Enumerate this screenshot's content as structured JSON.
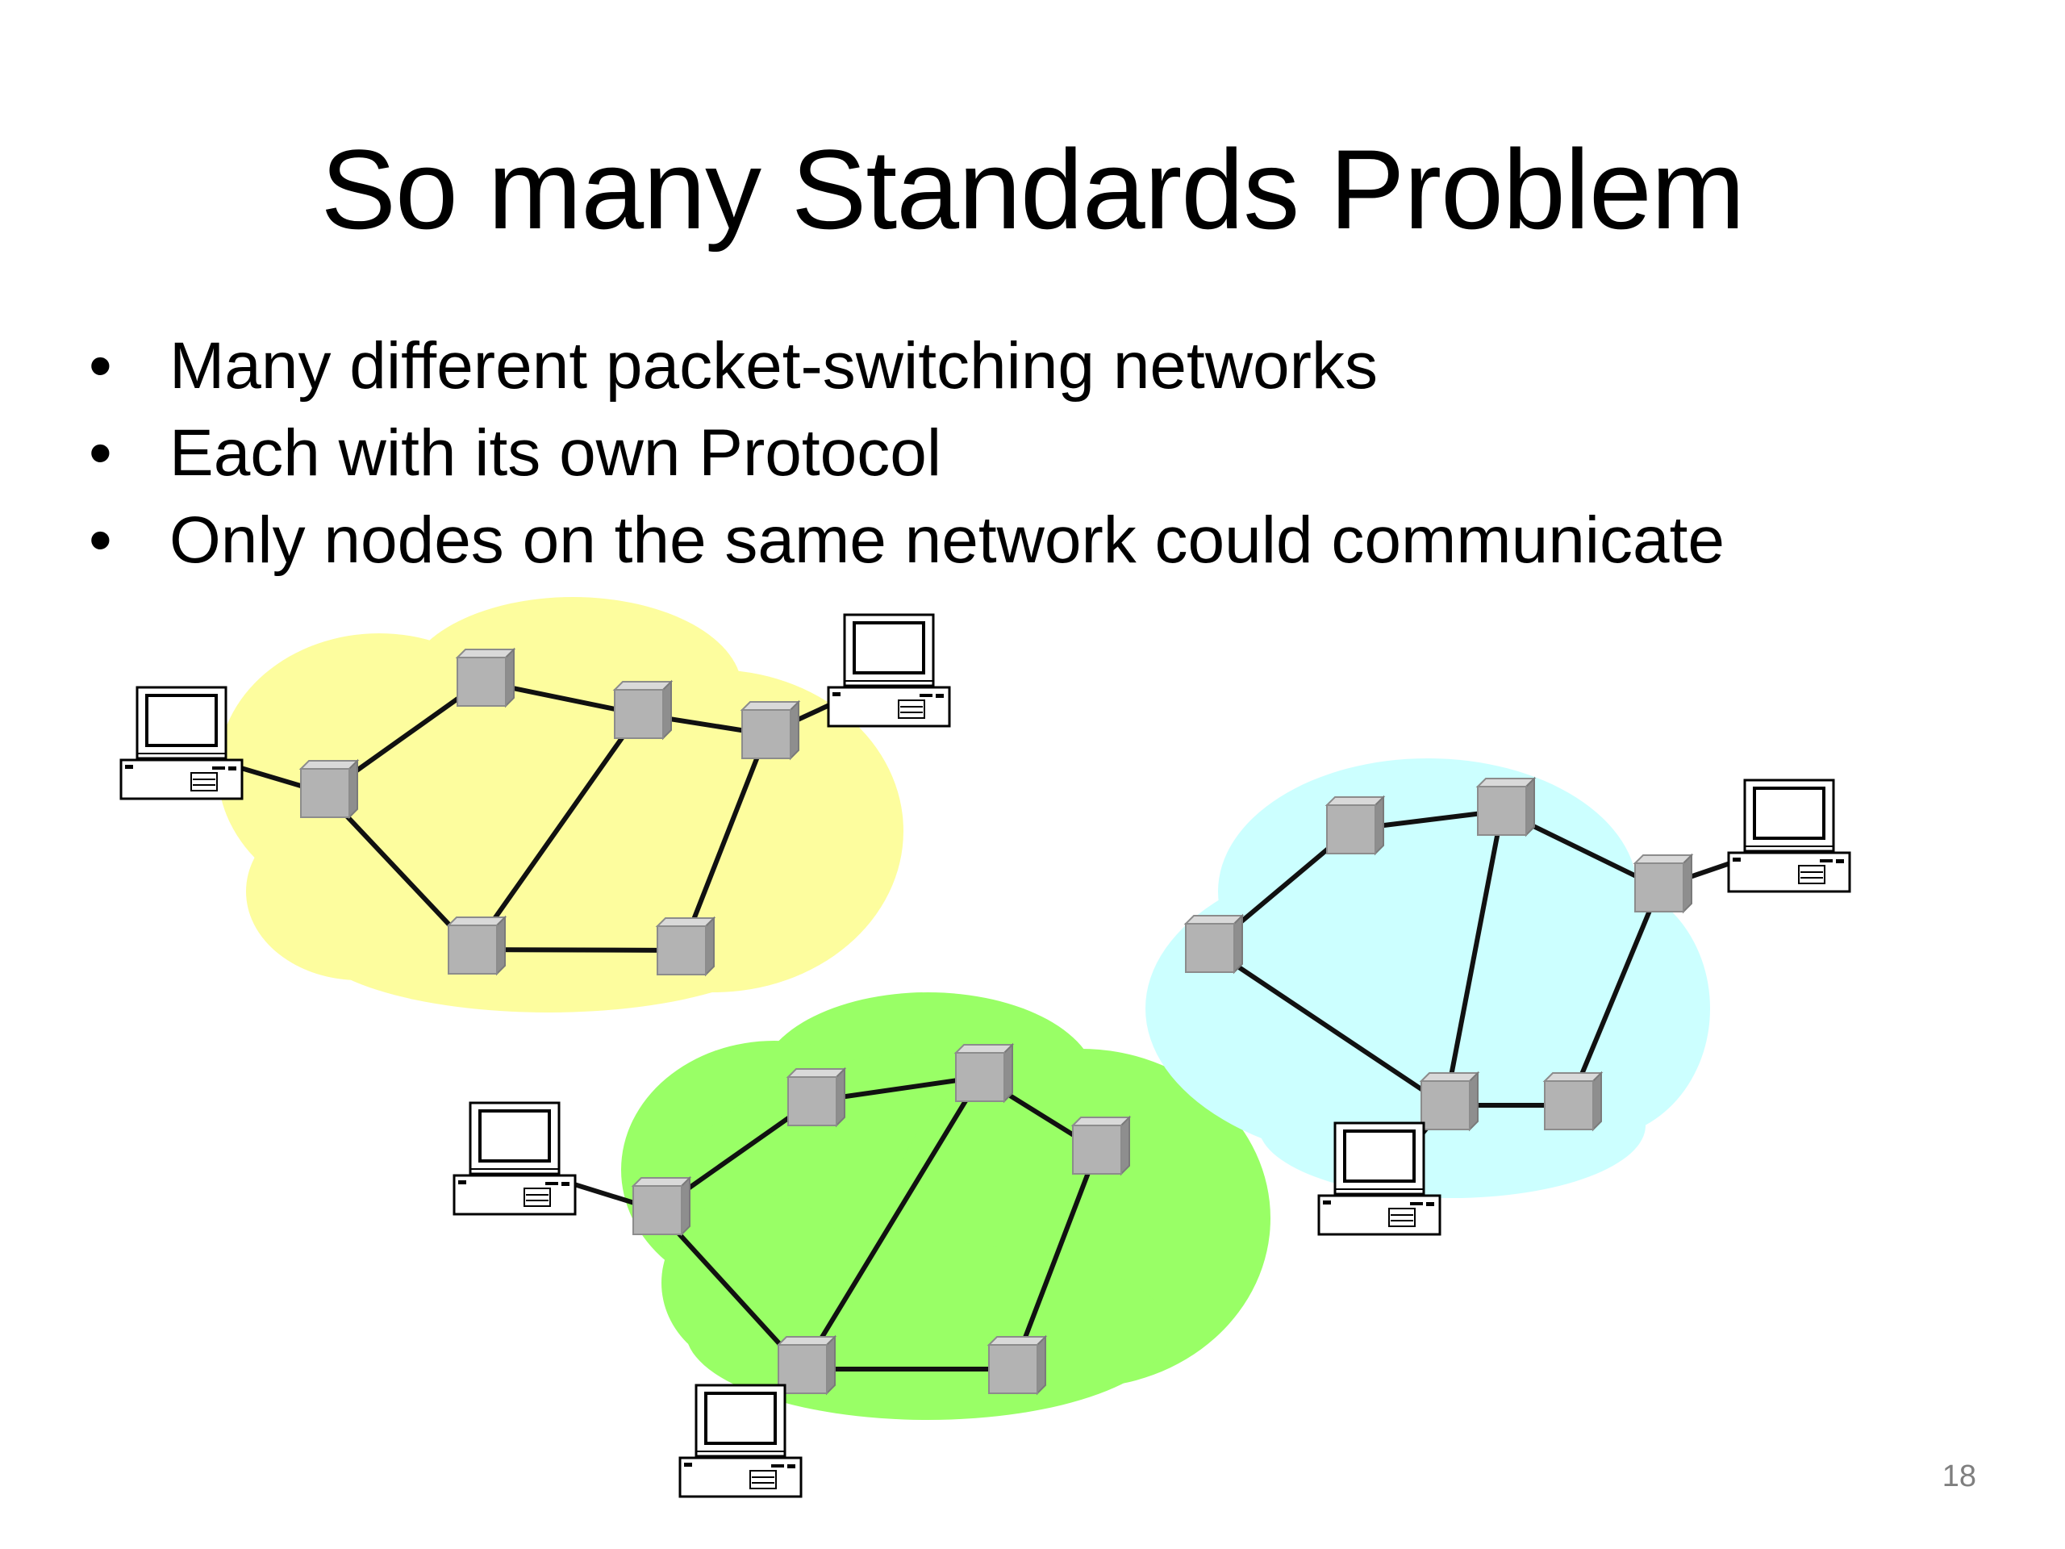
{
  "slide": {
    "title": "So many Standards Problem",
    "bullets": [
      "Many different packet-switching networks",
      "Each with its own Protocol",
      "Only nodes on the same network could communicate"
    ],
    "page_number": "18"
  },
  "colors": {
    "network_yellow": "#fdfd9e",
    "network_green": "#99ff66",
    "network_cyan": "#ccffff",
    "router": "#b3b3b3",
    "link": "#111111"
  },
  "diagram": {
    "networks": [
      {
        "name": "yellow-network",
        "color_key": "network_yellow",
        "routers": 6,
        "computers": 2
      },
      {
        "name": "green-network",
        "color_key": "network_green",
        "routers": 6,
        "computers": 2
      },
      {
        "name": "cyan-network",
        "color_key": "network_cyan",
        "routers": 6,
        "computers": 2
      }
    ]
  }
}
